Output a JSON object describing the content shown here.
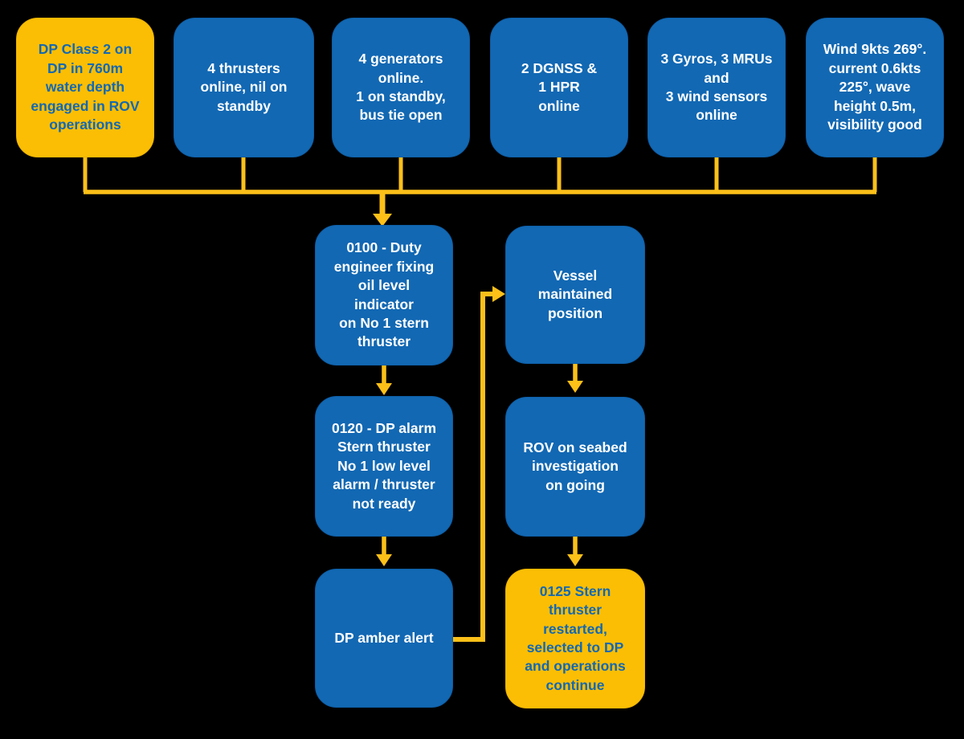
{
  "colors": {
    "background": "#000000",
    "node_blue": "#1268B3",
    "node_yellow": "#FBBE04",
    "arrow_gold": "#FCC019",
    "text_on_blue": "#FFFFFF",
    "text_on_yellow": "#1368B2"
  },
  "flowchart": {
    "top_row": [
      {
        "text": "DP Class 2 on\nDP in 760m\nwater depth\nengaged in ROV\noperations",
        "variant": "yellow"
      },
      {
        "text": "4 thrusters\nonline, nil on\nstandby",
        "variant": "blue"
      },
      {
        "text": "4 generators\nonline.\n1 on standby,\nbus tie open",
        "variant": "blue"
      },
      {
        "text": "2 DGNSS &\n1 HPR\nonline",
        "variant": "blue"
      },
      {
        "text": "3 Gyros, 3 MRUs\nand\n3 wind sensors\nonline",
        "variant": "blue"
      },
      {
        "text": "Wind 9kts 269°.\ncurrent 0.6kts\n225°, wave\nheight 0.5m,\nvisibility good",
        "variant": "blue"
      }
    ],
    "middle_column": [
      {
        "text": "0100 - Duty\nengineer fixing\noil level\nindicator\non No 1 stern\nthruster",
        "variant": "blue"
      },
      {
        "text": "0120 - DP alarm\nStern thruster\nNo 1 low level\nalarm / thruster\nnot ready",
        "variant": "blue"
      },
      {
        "text": "DP amber alert",
        "variant": "blue"
      }
    ],
    "right_column": [
      {
        "text": "Vessel\nmaintained\nposition",
        "variant": "blue"
      },
      {
        "text": "ROV on seabed\ninvestigation\non going",
        "variant": "blue"
      },
      {
        "text": "0125 Stern\nthruster\nrestarted,\nselected to DP\nand operations\ncontinue",
        "variant": "yellow"
      }
    ]
  }
}
